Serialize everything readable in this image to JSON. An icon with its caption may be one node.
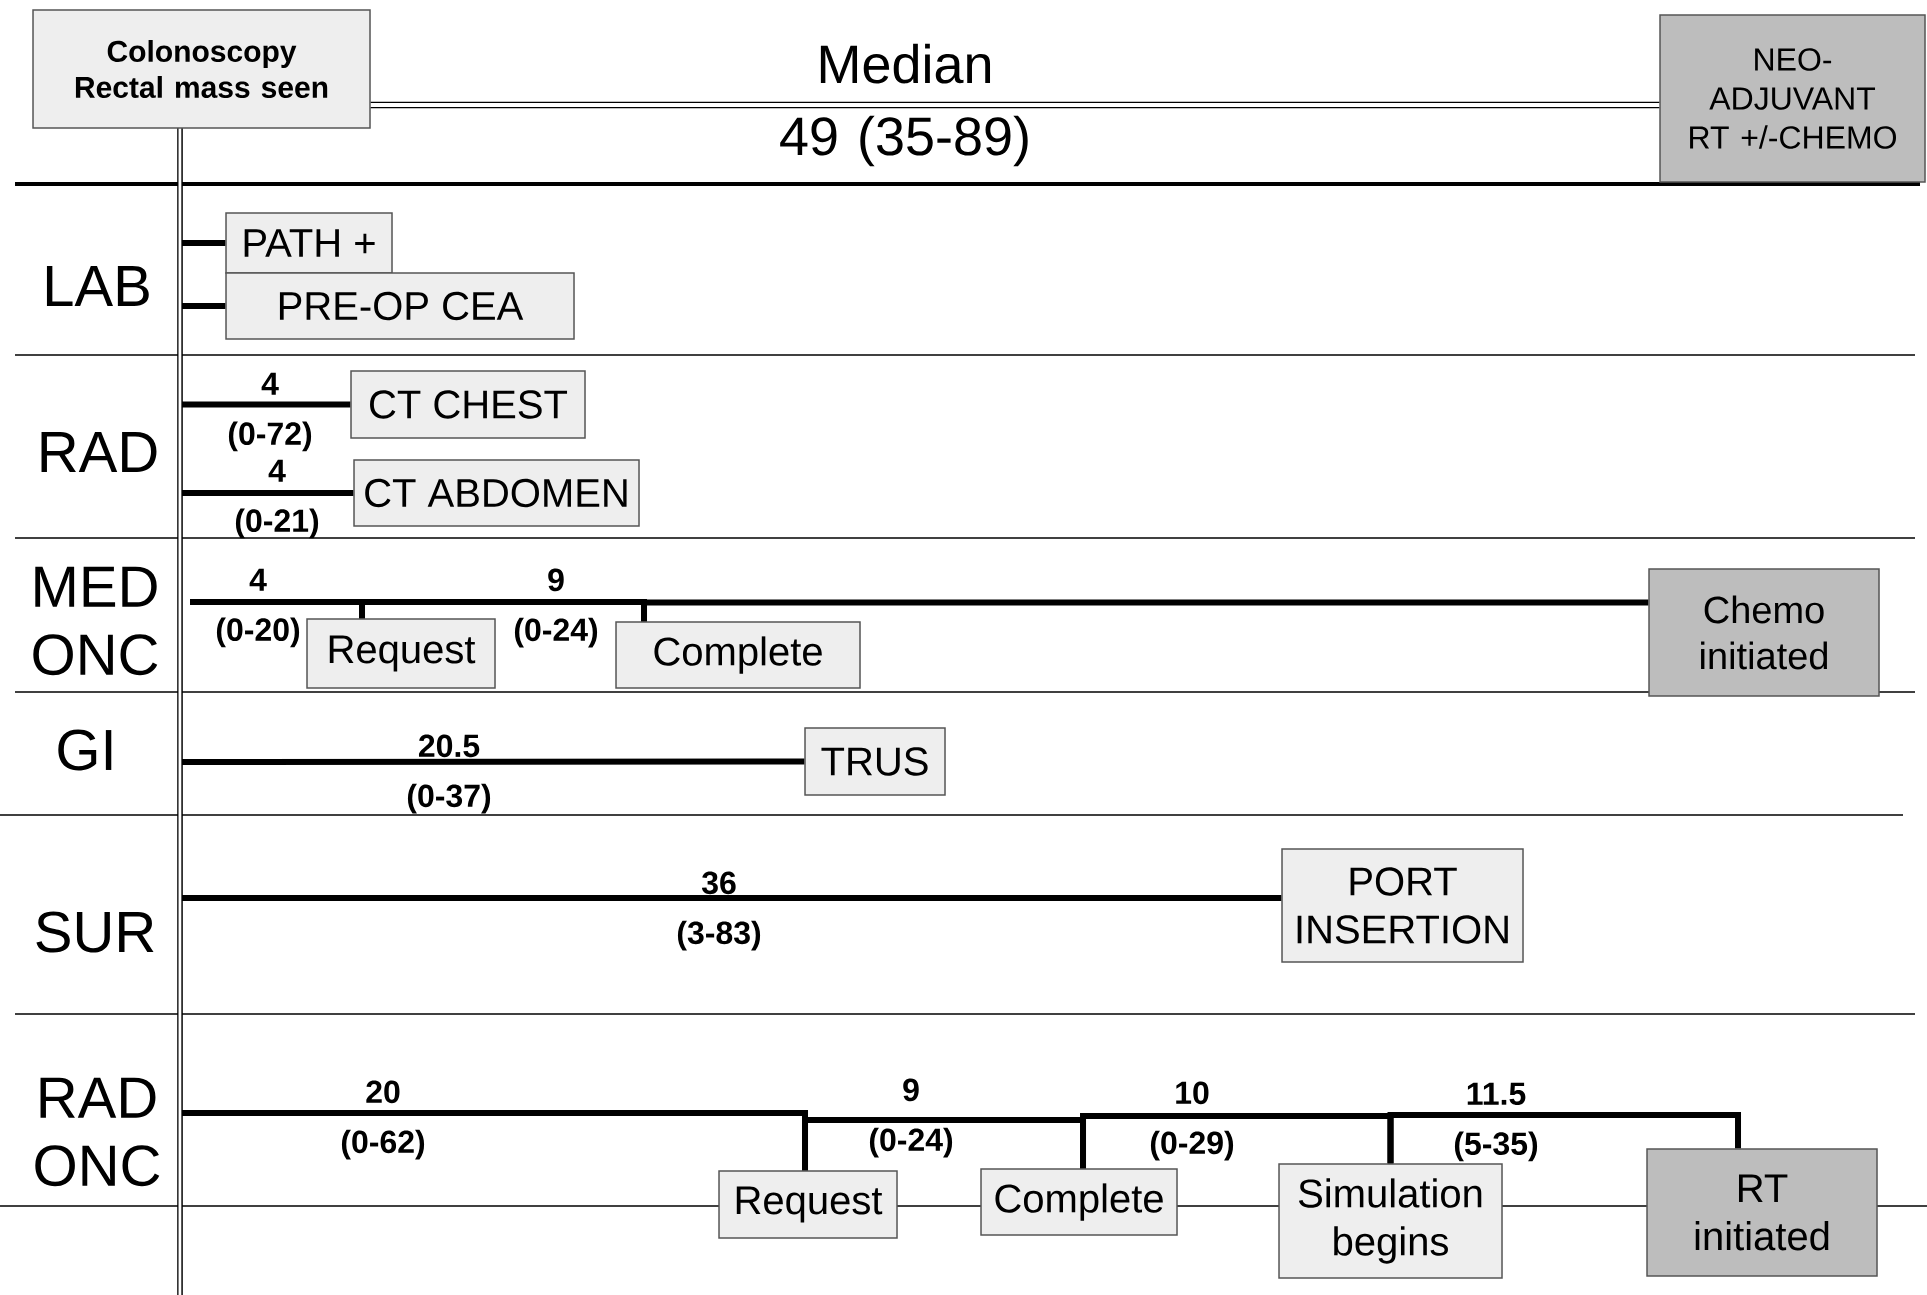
{
  "diagram": {
    "nodes": [
      {
        "text": [
          "Colonoscopy Rectal mass seen"
        ]
      },
      {
        "text": [
          "NEO-ADJUVANT RT +/-CHEMO"
        ]
      },
      {
        "text": [
          "PATH +"
        ]
      },
      {
        "text": [
          "PRE-OP CEA"
        ]
      },
      {
        "text": [
          "CT CHEST"
        ]
      },
      {
        "text": [
          "CT ABDOMEN"
        ]
      },
      {
        "text": [
          "Request"
        ]
      },
      {
        "text": [
          "Complete"
        ]
      },
      {
        "text": [
          "Chemo initiated"
        ]
      },
      {
        "text": [
          "TRUS"
        ]
      },
      {
        "text": [
          "PORT INSERTION"
        ]
      },
      {
        "text": [
          "Request"
        ]
      },
      {
        "text": [
          "Complete"
        ]
      },
      {
        "text": [
          "Simulation begins"
        ]
      },
      {
        "text": [
          "RT initiated"
        ]
      }
    ],
    "edges": [
      {
        "from": 0,
        "to": 1,
        "arrow": "none",
        "label": "Median 49 (35-89)"
      },
      {
        "from": null,
        "to": 2,
        "arrow": "none"
      },
      {
        "from": null,
        "to": 3,
        "arrow": "none"
      },
      {
        "from": null,
        "to": 4,
        "arrow": "none",
        "label": "4 (0-72)"
      },
      {
        "from": null,
        "to": 5,
        "arrow": "none",
        "label": "4 (0-21)"
      },
      {
        "from": null,
        "to": 6,
        "arrow": "none",
        "label": "4 (0-20)"
      },
      {
        "from": 6,
        "to": 7,
        "arrow": "none",
        "label": "9 (0-24)"
      },
      {
        "from": 7,
        "to": 8,
        "arrow": "none"
      },
      {
        "from": null,
        "to": 9,
        "arrow": "none",
        "label": "20.5 (0-37)"
      },
      {
        "from": null,
        "to": 10,
        "arrow": "none",
        "label": "36 (3-83)"
      },
      {
        "from": null,
        "to": 11,
        "arrow": "none",
        "label": "20 (0-62)"
      },
      {
        "from": 11,
        "to": 12,
        "arrow": "none",
        "label": "9 (0-24)"
      },
      {
        "from": 12,
        "to": 13,
        "arrow": "none",
        "label": "10 (0-29)"
      },
      {
        "from": 13,
        "to": 14,
        "arrow": "none",
        "label": "11.5 (5-35)"
      }
    ],
    "labels": [
      "LAB",
      "RAD",
      "MED ONC",
      "GI",
      "SUR",
      "RAD ONC"
    ]
  }
}
